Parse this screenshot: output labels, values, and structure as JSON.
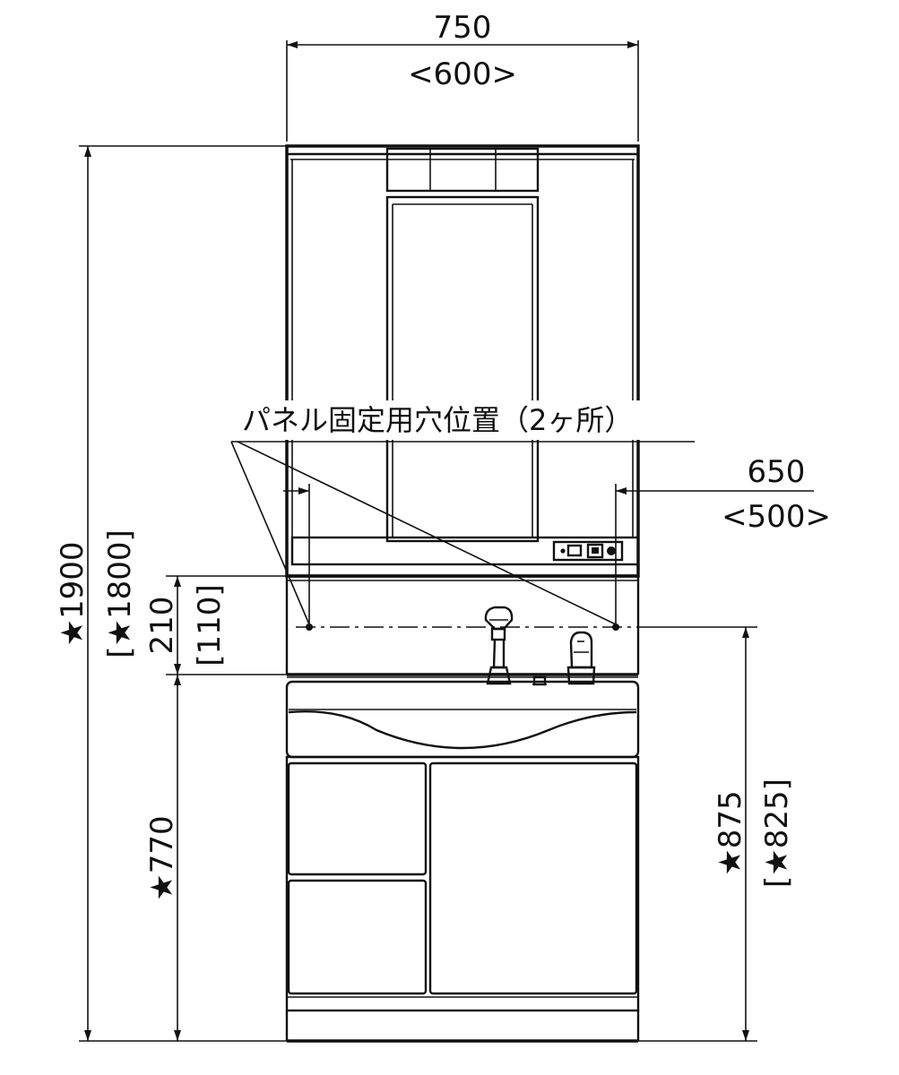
{
  "dimensions": {
    "top_width": "750",
    "top_width_alt": "<600>",
    "hole_spacing": "650",
    "hole_spacing_alt": "<500>",
    "total_height": "★1900",
    "total_height_alt": "[★1800]",
    "hole_offset": "210",
    "hole_offset_alt": "[110]",
    "cabinet_height": "★770",
    "hole_height": "★875",
    "hole_height_alt": "[★825]"
  },
  "annotation": {
    "panel_holes": "パネル固定用穴位置（2ヶ所）"
  }
}
